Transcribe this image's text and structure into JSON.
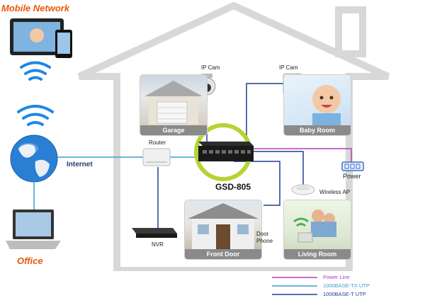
{
  "labels": {
    "mobile_network": "Mobile Network",
    "office": "Office",
    "internet": "Internet",
    "router": "Router",
    "ip_cam_left": "IP Cam",
    "ip_cam_right": "IP Cam",
    "switch_model": "GSD-805",
    "power": "Power",
    "wireless_ap": "Wireless AP",
    "nvr": "NVR",
    "door_phone": "Door\nPhone"
  },
  "rooms": {
    "garage": "Garage",
    "baby_room": "Baby Room",
    "front_door": "Front Door",
    "living_room": "Living Room"
  },
  "legend": [
    {
      "label": "Power Line",
      "color": "#b03fb0"
    },
    {
      "label": "1000BASE-TX UTP",
      "color": "#3aa0c8"
    },
    {
      "label": "1000BASE-T UTP",
      "color": "#1f3f8f"
    }
  ],
  "colors": {
    "accent_orange": "#e8590c",
    "power_line": "#b03fb0",
    "tx_utp": "#3aa0c8",
    "t_utp": "#1f3f8f",
    "switch_ring": "#b5d334",
    "house_outline": "#d6d6d6"
  }
}
